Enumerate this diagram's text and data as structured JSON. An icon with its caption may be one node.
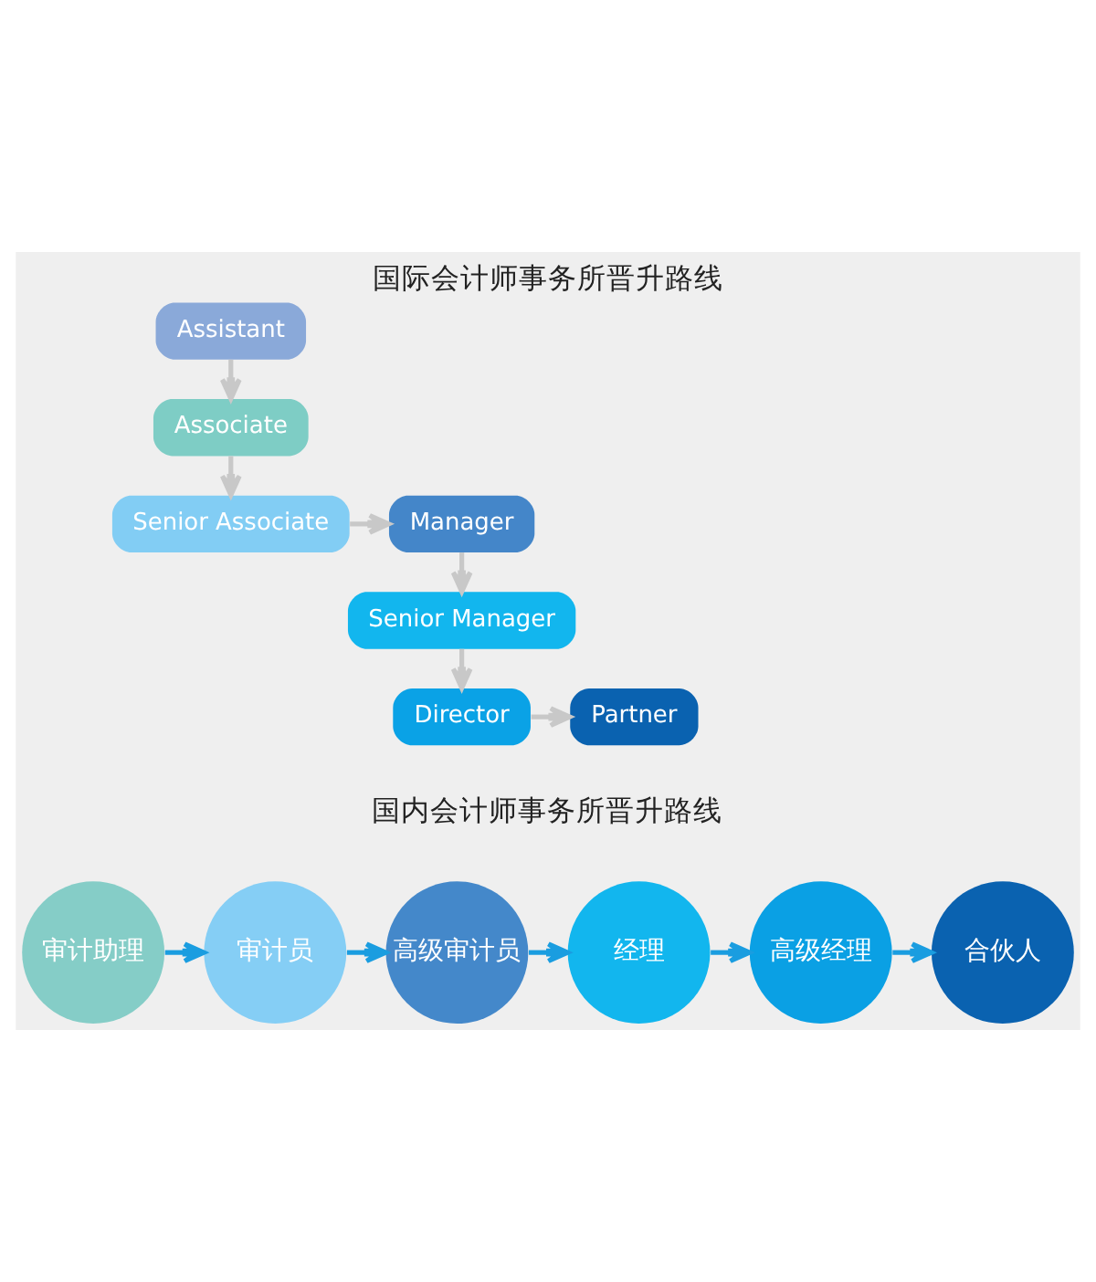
{
  "diagram": {
    "title": "国际会计师事务所晋升路线",
    "nodes": [
      {
        "text": [
          "Assistant"
        ]
      },
      {
        "text": [
          "Associate"
        ]
      },
      {
        "text": [
          "Senior Associate"
        ]
      },
      {
        "text": [
          "Manager"
        ]
      },
      {
        "text": [
          "Senior Manager"
        ]
      },
      {
        "text": [
          "Director"
        ]
      },
      {
        "text": [
          "Partner"
        ]
      },
      {
        "text": [
          "审计助理"
        ]
      },
      {
        "text": [
          "审计员"
        ]
      },
      {
        "text": [
          "高级审计员"
        ]
      },
      {
        "text": [
          "经理"
        ]
      },
      {
        "text": [
          "高级经理"
        ]
      },
      {
        "text": [
          "合伙人"
        ]
      }
    ],
    "edges": [
      {
        "from": 0,
        "to": 1,
        "arrow": "to"
      },
      {
        "from": 1,
        "to": 2,
        "arrow": "to"
      },
      {
        "from": 2,
        "to": 3,
        "arrow": "to"
      },
      {
        "from": 3,
        "to": 4,
        "arrow": "to"
      },
      {
        "from": 4,
        "to": 5,
        "arrow": "to"
      },
      {
        "from": 5,
        "to": 6,
        "arrow": "to"
      },
      {
        "from": 7,
        "to": 8,
        "arrow": "to",
        "color": "#1a9de0"
      },
      {
        "from": 8,
        "to": 9,
        "arrow": "to",
        "color": "#1a9de0"
      },
      {
        "from": 9,
        "to": 10,
        "arrow": "to",
        "color": "#1a9de0"
      },
      {
        "from": 10,
        "to": 11,
        "arrow": "to",
        "color": "#1a9de0"
      },
      {
        "from": 11,
        "to": 12,
        "arrow": "to",
        "color": "#1a9de0"
      }
    ],
    "labels": [
      "国内会计师事务所晋升路线"
    ]
  }
}
